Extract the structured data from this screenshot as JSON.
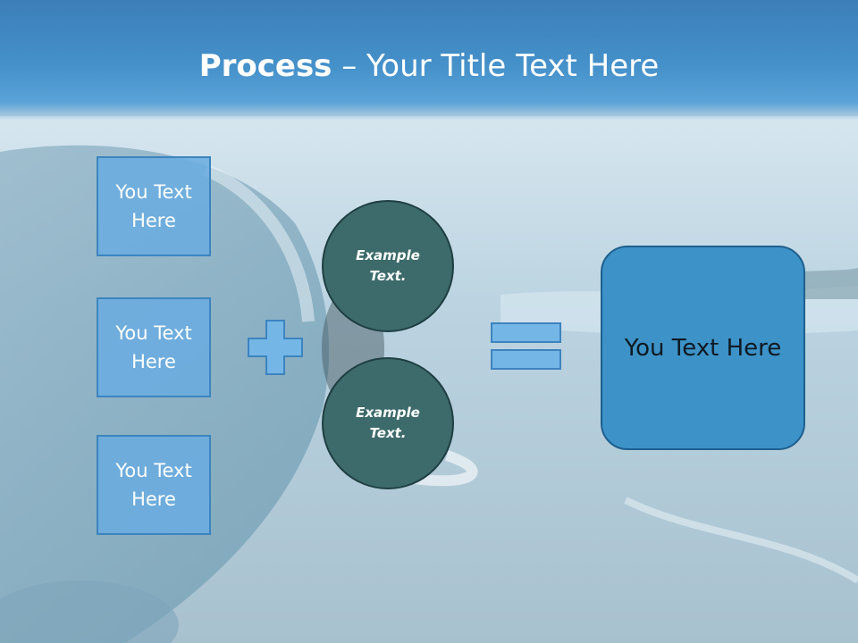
{
  "title": {
    "bold": "Process",
    "rest": " – Your Title Text Here"
  },
  "side_boxes": [
    {
      "label": "You Text Here"
    },
    {
      "label": "You Text Here"
    },
    {
      "label": "You Text Here"
    }
  ],
  "circles": [
    {
      "label": "Example Text."
    },
    {
      "label": "Example Text."
    }
  ],
  "result": {
    "label": "You Text Here"
  },
  "colors": {
    "header": "#4591ca",
    "box_fill": "#68ace0",
    "circle_fill": "#3d6a6b",
    "result_fill": "#3d92c7",
    "operator_fill": "#74b6e6"
  }
}
